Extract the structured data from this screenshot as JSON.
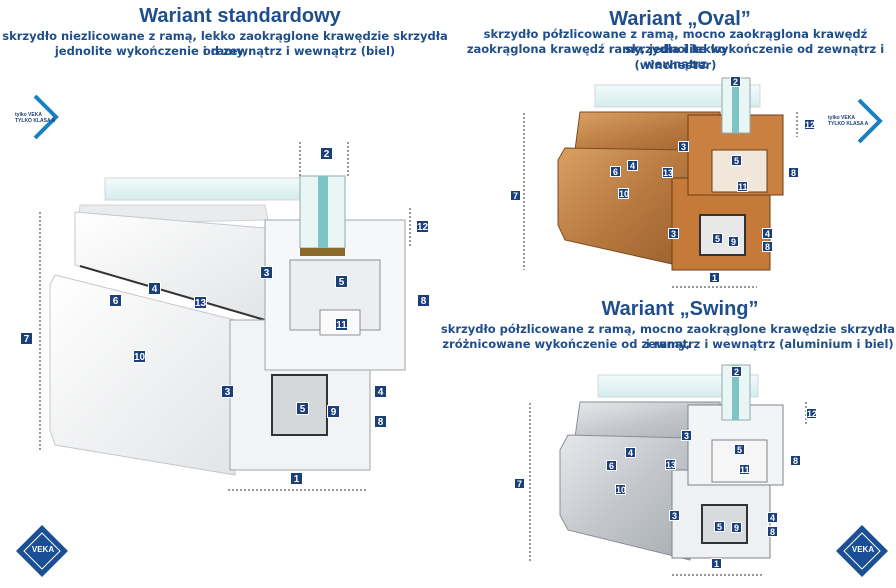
{
  "standard": {
    "title": "Wariant standardowy",
    "subtitle_line1": "skrzydło niezlicowane z ramą, lekko zaokrąglone krawędzie skrzydła i ramy,",
    "subtitle_line2": "jednolite wykończenie od zewnątrz i wewnątrz (biel)"
  },
  "oval": {
    "title": "Wariant „Oval”",
    "subtitle_line1": "skrzydło półzlicowane z ramą, mocno zaokrąglona krawędź skrzydła i lekko",
    "subtitle_line2": "zaokrąglona krawędź ramy, jednolite wykończenie od zewnątrz i wewnątrz",
    "subtitle_line3": "(winchester)"
  },
  "swing": {
    "title": "Wariant „Swing”",
    "subtitle_line1": "skrzydło półzlicowane z ramą, mocno zaokrąglone krawędzie skrzydła i ramy,",
    "subtitle_line2": "zróżnicowane wykończenie od zewnątrz i wewnątrz (aluminium i biel)"
  },
  "class_logo": {
    "line1": "tylko VEKA",
    "line2": "TYLKO KLASA A"
  },
  "brand_logo": "VEKA",
  "labels": [
    "1",
    "2",
    "3",
    "4",
    "5",
    "6",
    "7",
    "8",
    "9",
    "10",
    "11",
    "12",
    "13"
  ],
  "colors": {
    "title": "#1f4e8c",
    "badge": "#1a3f7a",
    "wood": "#c98a4f",
    "aluminium": "#c9ccd1",
    "white_profile": "#f4f5f6"
  }
}
